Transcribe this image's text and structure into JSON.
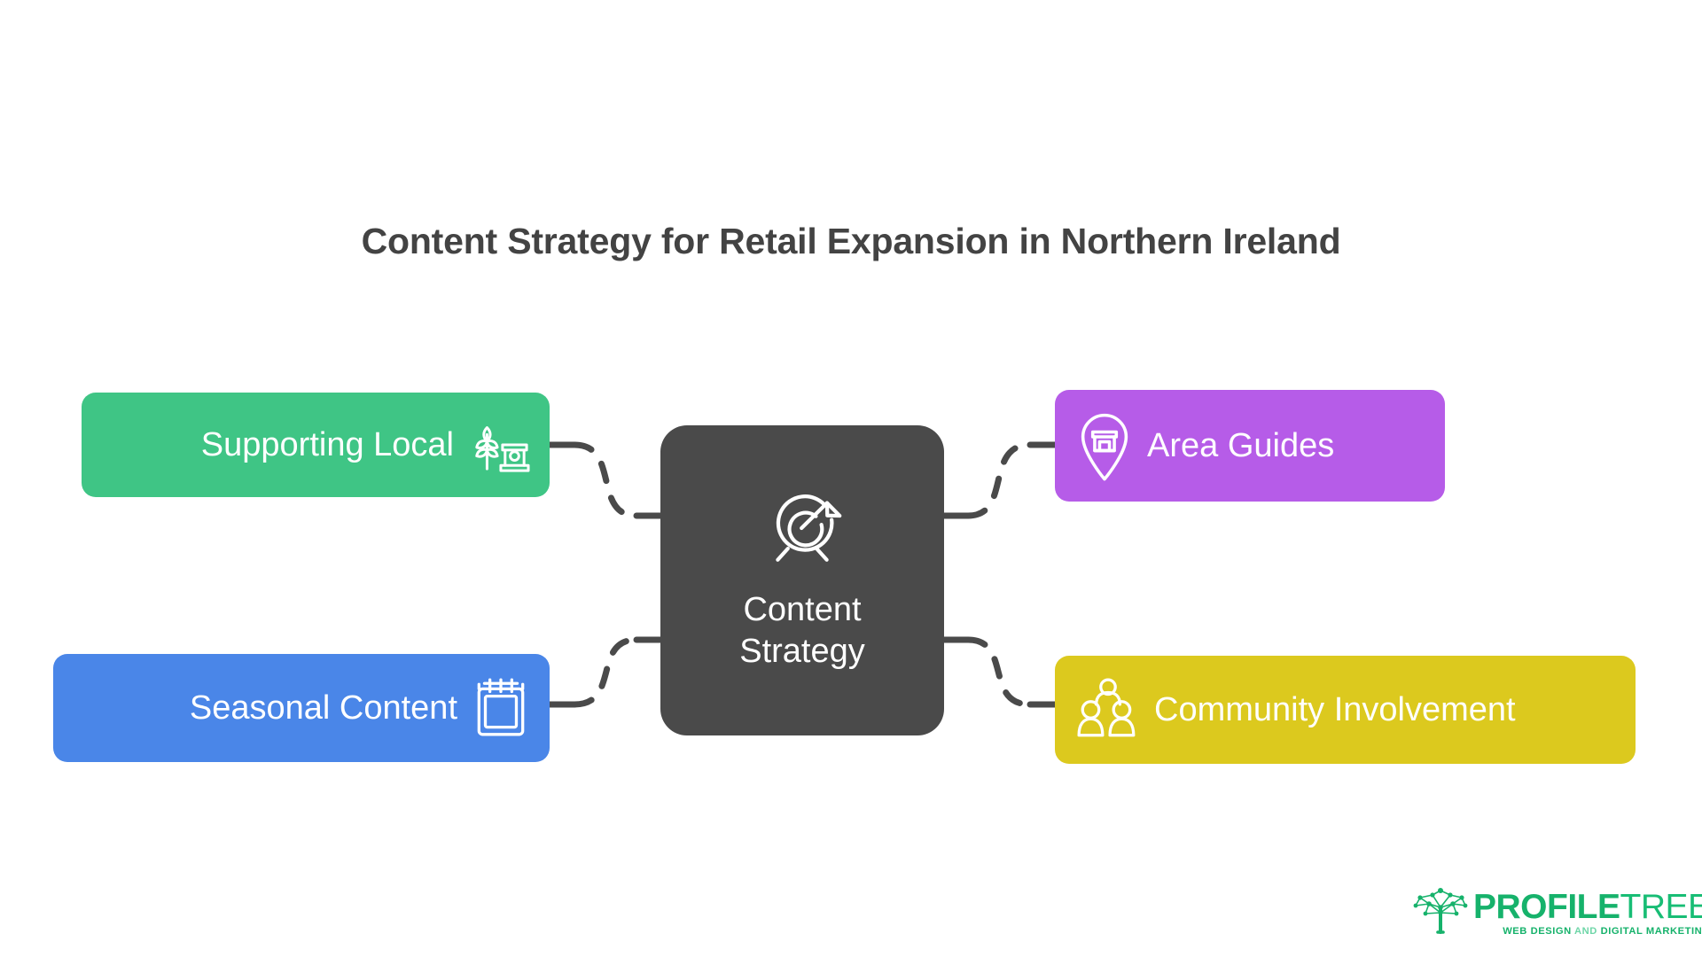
{
  "page": {
    "background_color": "#ffffff",
    "title": "Content Strategy for Retail Expansion in Northern Ireland",
    "title_color": "#434343"
  },
  "center_node": {
    "label_line1": "Content",
    "label_line2": "Strategy",
    "icon": "target-arrow-icon",
    "background_color": "#4a4a4a",
    "text_color": "#ffffff"
  },
  "branches": [
    {
      "id": "supporting-local",
      "label": "Supporting Local",
      "icon": "wheat-market-stall-icon",
      "color": "#3fc585",
      "text_color": "#ffffff",
      "side": "left",
      "row": "top"
    },
    {
      "id": "seasonal-content",
      "label": "Seasonal Content",
      "icon": "calendar-icon",
      "color": "#4a86e8",
      "text_color": "#ffffff",
      "side": "left",
      "row": "bottom"
    },
    {
      "id": "area-guides",
      "label": "Area Guides",
      "icon": "map-pin-shop-icon",
      "color": "#b65ce8",
      "text_color": "#ffffff",
      "side": "right",
      "row": "top"
    },
    {
      "id": "community-involvement",
      "label": "Community Involvement",
      "icon": "people-group-icon",
      "color": "#dcc91e",
      "text_color": "#ffffff",
      "side": "right",
      "row": "bottom"
    }
  ],
  "connectors": {
    "style": "dashed",
    "color": "#4a4a4a",
    "count": 4
  },
  "logo": {
    "mark": "network-tree-icon",
    "word_bold": "PROFILE",
    "word_light": "TREE",
    "tagline_part1": "WEB DESIGN",
    "tagline_part2": "AND",
    "tagline_part3": "DIGITAL MARKETING",
    "color": "#16b26b"
  }
}
